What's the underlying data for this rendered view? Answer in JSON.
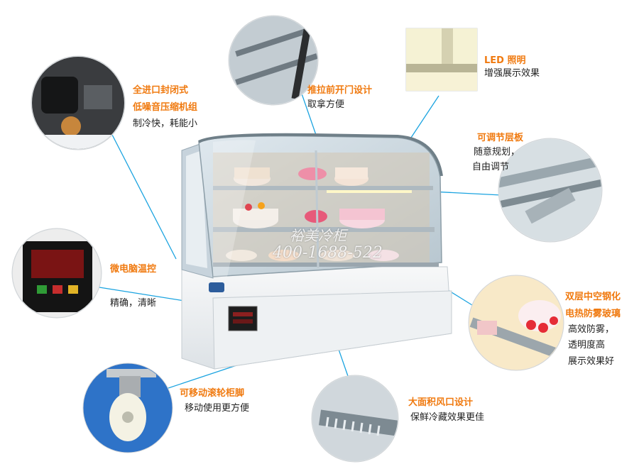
{
  "colors": {
    "accent": "#f07a10",
    "line": "#1aa3e0",
    "text": "#222222"
  },
  "features": {
    "compressor": {
      "title1": "全进口封闭式",
      "title2": "低噪音压缩机组",
      "desc": "制冷快，耗能小",
      "icon": "compressor-icon"
    },
    "sliding_door": {
      "title": "推拉前开门设计",
      "desc": "取拿方便",
      "icon": "sliding-door-icon"
    },
    "led": {
      "title": "LED 照明",
      "desc": "增强展示效果",
      "icon": "led-light-icon"
    },
    "shelf": {
      "title": "可调节层板",
      "desc1": "随意规划，",
      "desc2": "自由调节",
      "icon": "shelf-icon"
    },
    "thermostat": {
      "title": "微电脑温控",
      "desc": "精确，清晰",
      "icon": "thermostat-icon"
    },
    "glass": {
      "title1": "双层中空钢化",
      "title2": "电热防雾玻璃",
      "desc1": "高效防雾，",
      "desc2": "透明度高",
      "desc3": "展示效果好",
      "icon": "glass-icon"
    },
    "caster": {
      "title": "可移动滚轮柜脚",
      "desc": "移动使用更方便",
      "icon": "caster-wheel-icon"
    },
    "vent": {
      "title": "大面积风口设计",
      "desc": "保鲜冷藏效果更佳",
      "icon": "air-vent-icon"
    }
  },
  "watermark": {
    "brand": "裕美冷柜",
    "phone": "400-1688-522"
  }
}
